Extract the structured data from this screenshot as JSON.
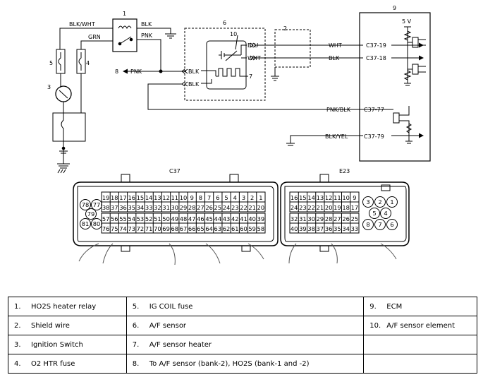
{
  "wires": {
    "blk_wht": "BLK/WHT",
    "grn": "GRN",
    "blk_relay": "BLK",
    "pnk_relay": "PNK",
    "pnk_left": "PNK",
    "blu": "BLU",
    "wht_sensor": "WHT",
    "blk_upper": "BLK",
    "blk_lower": "BLK",
    "wht_ecm": "WHT",
    "blk_ecm": "BLK",
    "pnk_blk": "PNK/BLK",
    "blk_yel": "BLK/YEL",
    "v5": "5 V"
  },
  "callouts": {
    "relay": "1",
    "shield": "2",
    "ignition": "3",
    "o2_fuse": "4",
    "ig_fuse": "5",
    "sensor": "6",
    "heater": "7",
    "bank": "8",
    "ecm": "9",
    "element": "10"
  },
  "terminals": [
    "C37-19",
    "C37-18",
    "C37-77",
    "C37-79"
  ],
  "connectors": {
    "c37": {
      "label": "C37",
      "row1": [
        "19",
        "18",
        "17",
        "16",
        "15",
        "14",
        "13",
        "12",
        "11",
        "10",
        "9",
        "8",
        "7",
        "6",
        "5",
        "4",
        "3",
        "2",
        "1"
      ],
      "row2": [
        "38",
        "37",
        "36",
        "35",
        "34",
        "33",
        "32",
        "31",
        "30",
        "29",
        "28",
        "27",
        "26",
        "25",
        "24",
        "23",
        "22",
        "21",
        "20"
      ],
      "row3": [
        "57",
        "56",
        "55",
        "54",
        "53",
        "52",
        "51",
        "50",
        "49",
        "48",
        "47",
        "46",
        "45",
        "44",
        "43",
        "42",
        "41",
        "40",
        "39"
      ],
      "row4": [
        "76",
        "75",
        "74",
        "73",
        "72",
        "71",
        "70",
        "69",
        "68",
        "67",
        "66",
        "65",
        "64",
        "63",
        "62",
        "61",
        "60",
        "59",
        "58"
      ],
      "round": [
        "78",
        "77",
        "79",
        "81",
        "80"
      ]
    },
    "e23": {
      "label": "E23",
      "row1": [
        "16",
        "15",
        "14",
        "13",
        "12",
        "11",
        "10",
        "9"
      ],
      "row2": [
        "24",
        "23",
        "22",
        "21",
        "20",
        "19",
        "18",
        "17"
      ],
      "row3": [
        "32",
        "31",
        "30",
        "29",
        "28",
        "27",
        "26",
        "25"
      ],
      "row4": [
        "40",
        "39",
        "38",
        "37",
        "36",
        "35",
        "34",
        "33"
      ],
      "round": [
        "3",
        "2",
        "1",
        "5",
        "4",
        "8",
        "7",
        "6"
      ]
    }
  },
  "legend": [
    [
      {
        "num": "1.",
        "text": "HO2S heater relay"
      },
      {
        "num": "5.",
        "text": "IG COIL fuse"
      },
      {
        "num": "9.",
        "text": "ECM"
      }
    ],
    [
      {
        "num": "2.",
        "text": "Shield wire"
      },
      {
        "num": "6.",
        "text": "A/F sensor"
      },
      {
        "num": "10.",
        "text": "A/F sensor element"
      }
    ],
    [
      {
        "num": "3.",
        "text": "Ignition Switch"
      },
      {
        "num": "7.",
        "text": "A/F sensor heater"
      },
      {
        "num": "",
        "text": ""
      }
    ],
    [
      {
        "num": "4.",
        "text": "O2 HTR fuse"
      },
      {
        "num": "8.",
        "text": "To A/F sensor (bank-2), HO2S (bank-1 and -2)"
      },
      {
        "num": "",
        "text": ""
      }
    ]
  ]
}
